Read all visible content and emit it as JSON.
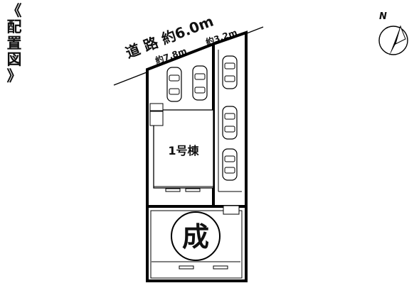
{
  "title": {
    "chars": [
      "《",
      "配",
      "置",
      "図",
      "》"
    ]
  },
  "road": {
    "label": "道 路 約6.0m",
    "width_left": "約7.8m",
    "width_right": "約3.2m"
  },
  "buildings": [
    {
      "label": "1号棟"
    },
    {
      "label": "成"
    }
  ],
  "compass": {
    "label": "N"
  },
  "colors": {
    "line": "#000000",
    "lot_fill": "#ffffff",
    "building_fill": "#ffffff"
  }
}
